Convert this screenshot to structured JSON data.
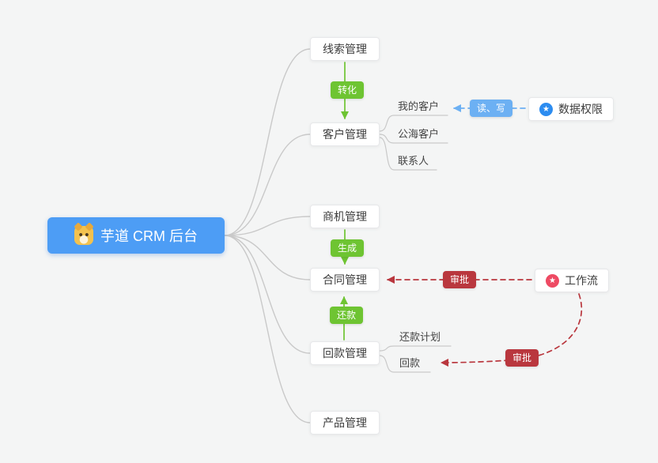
{
  "colors": {
    "background": "#f4f5f5",
    "root_blue": "#4d9df5",
    "green": "#6ec432",
    "red": "#b9373e",
    "light_blue": "#6cb0f3",
    "permission_icon_blue": "#2c8cf0",
    "workflow_icon_red": "#ee4a63",
    "connector_gray": "#c9c9c9"
  },
  "root": {
    "label": "芋道 CRM 后台"
  },
  "nodes": {
    "leads": {
      "label": "线索管理"
    },
    "customer": {
      "label": "客户管理"
    },
    "opportunity": {
      "label": "商机管理"
    },
    "contract": {
      "label": "合同管理"
    },
    "receivable": {
      "label": "回款管理"
    },
    "product": {
      "label": "产品管理"
    }
  },
  "customer_children": [
    {
      "label": "我的客户"
    },
    {
      "label": "公海客户"
    },
    {
      "label": "联系人"
    }
  ],
  "receivable_children": [
    {
      "label": "还款计划"
    },
    {
      "label": "回款"
    }
  ],
  "badges": {
    "convert": "转化",
    "generate": "生成",
    "repay": "还款",
    "read_write": "读、写",
    "approve_contract": "审批",
    "approve_receivable": "审批"
  },
  "side_nodes": {
    "data_permission": {
      "label": "数据权限",
      "icon": "★"
    },
    "workflow": {
      "label": "工作流",
      "icon": "★"
    }
  }
}
